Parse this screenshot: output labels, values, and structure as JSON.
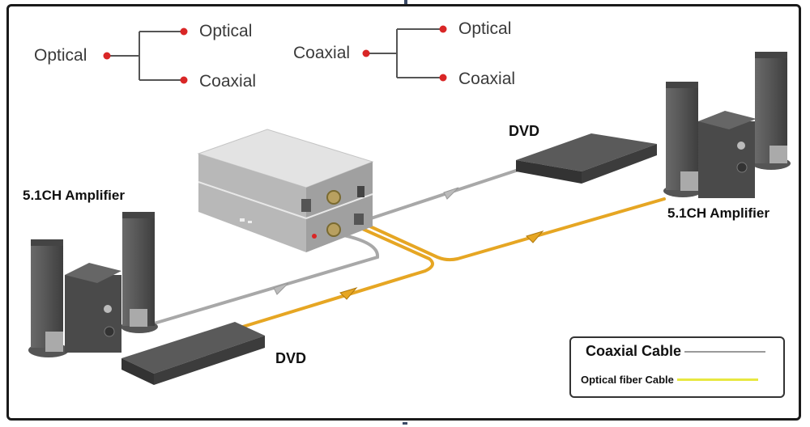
{
  "trees": [
    {
      "source": "Optical",
      "outputs": [
        "Optical",
        "Coaxial"
      ]
    },
    {
      "source": "Coaxial",
      "outputs": [
        "Optical",
        "Coaxial"
      ]
    }
  ],
  "devices": {
    "left_amplifier_label": "5.1CH Amplifier",
    "right_amplifier_label": "5.1CH Amplifier",
    "top_dvd_label": "DVD",
    "bottom_dvd_label": "DVD"
  },
  "legend": {
    "items": [
      {
        "label": "Coaxial Cable",
        "color": "#9a9a9a"
      },
      {
        "label": "Optical fiber Cable",
        "color": "#e8e840"
      }
    ]
  },
  "colors": {
    "node_dot": "#d92626",
    "optical_cable": "#e6a623",
    "coaxial_cable": "#a8a8a8"
  }
}
